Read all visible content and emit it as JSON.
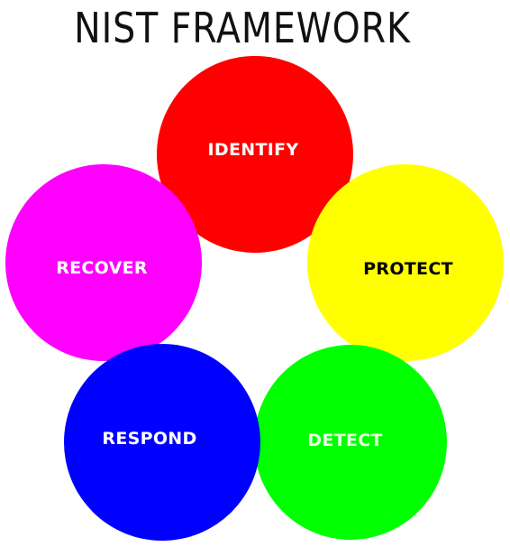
{
  "title": "NIST FRAMEWORK",
  "functions": [
    {
      "id": "identify",
      "label": "IDENTIFY",
      "fill": "#ff0000",
      "text_color": "#ffffff"
    },
    {
      "id": "protect",
      "label": "PROTECT",
      "fill": "#ffff00",
      "text_color": "#000000"
    },
    {
      "id": "recover",
      "label": "RECOVER",
      "fill": "#ff00ff",
      "text_color": "#ffffff"
    },
    {
      "id": "detect",
      "label": "DETECT",
      "fill": "#00ff00",
      "text_color": "#e8ffe0"
    },
    {
      "id": "respond",
      "label": "RESPOND",
      "fill": "#0000ff",
      "text_color": "#ffffff"
    }
  ]
}
